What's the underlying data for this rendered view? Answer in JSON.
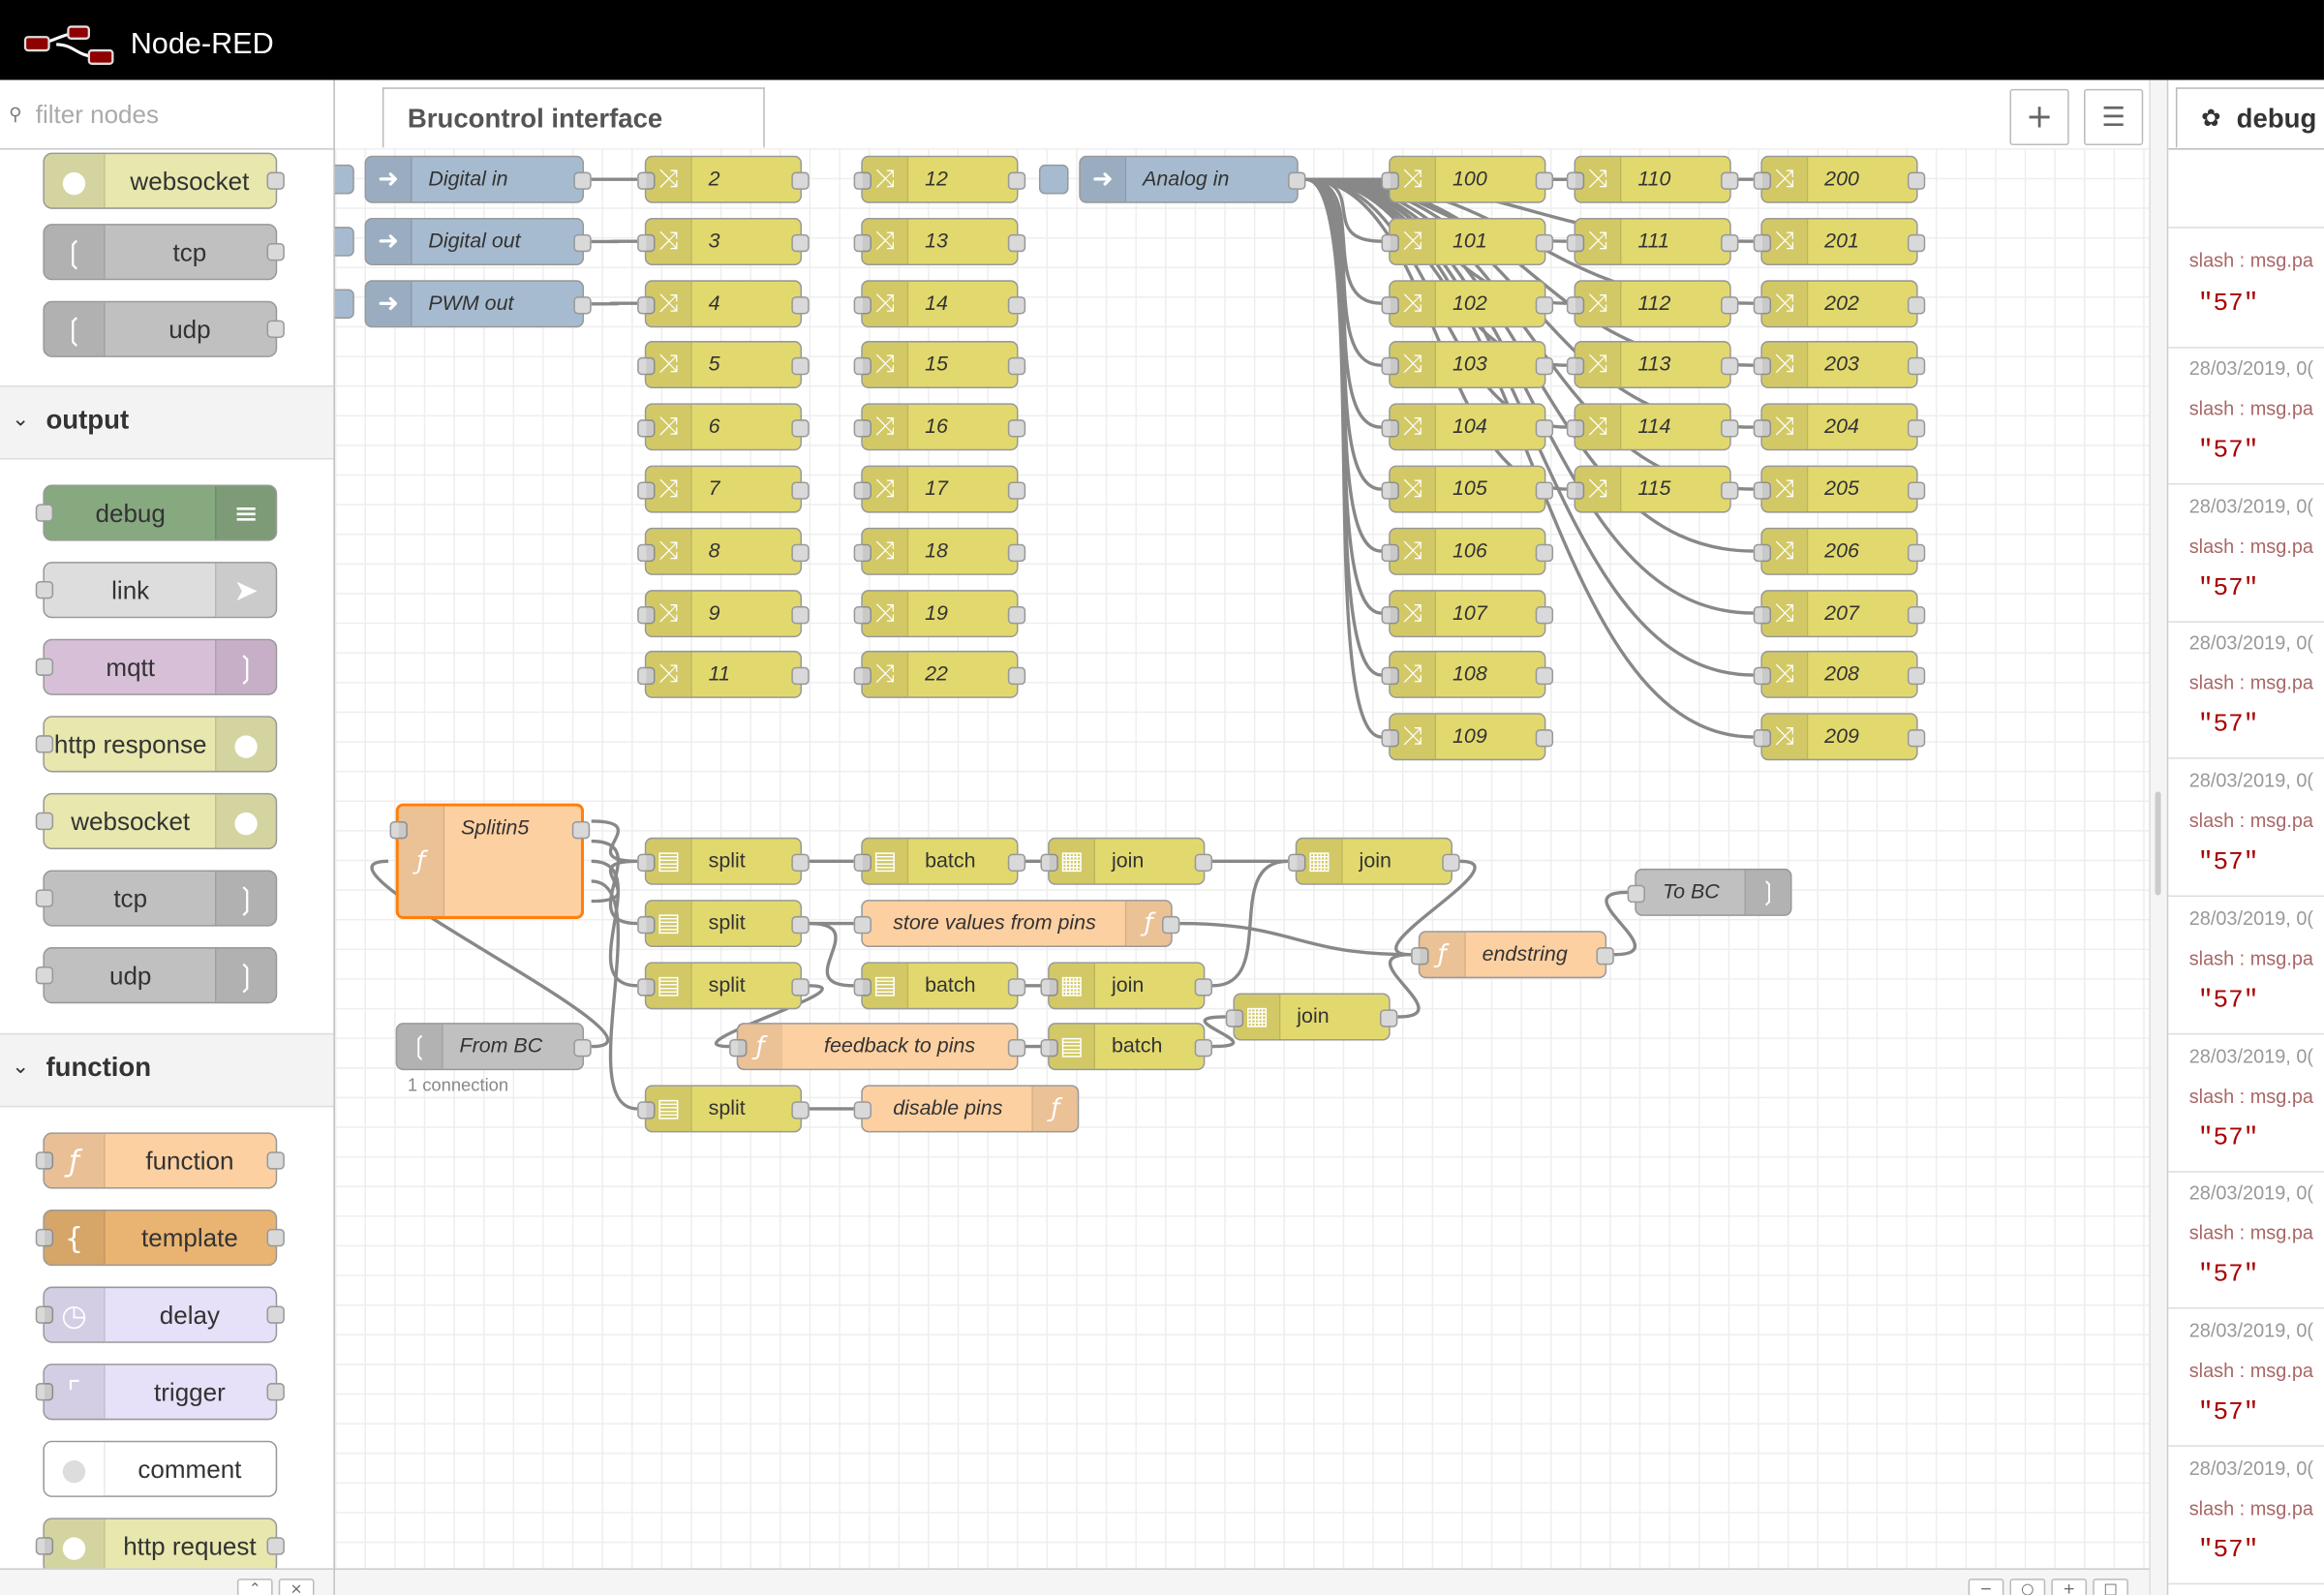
{
  "app": {
    "title": "Node-RED"
  },
  "palette": {
    "filter_placeholder": "filter nodes",
    "network_tail": [
      "websocket",
      "tcp",
      "udp"
    ],
    "output_category": "output",
    "output_nodes": [
      "debug",
      "link",
      "mqtt",
      "http response",
      "websocket",
      "tcp",
      "udp"
    ],
    "function_category": "function",
    "function_nodes": [
      "function",
      "template",
      "delay",
      "trigger",
      "comment",
      "http request"
    ]
  },
  "workspace": {
    "tab_label": "Brucontrol interface",
    "inputs": [
      "Digital in",
      "Digital out",
      "PWM out",
      "Analog in"
    ],
    "col_a": [
      "2",
      "3",
      "4",
      "5",
      "6",
      "7",
      "8",
      "9",
      "11"
    ],
    "col_b": [
      "12",
      "13",
      "14",
      "15",
      "16",
      "17",
      "18",
      "19",
      "22"
    ],
    "col_c": [
      "100",
      "101",
      "102",
      "103",
      "104",
      "105",
      "106",
      "107",
      "108",
      "109"
    ],
    "col_d": [
      "110",
      "111",
      "112",
      "113",
      "114",
      "115"
    ],
    "col_e": [
      "200",
      "201",
      "202",
      "203",
      "204",
      "205",
      "206",
      "207",
      "208",
      "209"
    ],
    "splitin": "Splitin5",
    "split": "split",
    "batch": "batch",
    "join": "join",
    "store": "store values from pins",
    "feedback": "feedback to pins",
    "disable": "disable pins",
    "endstring": "endstring",
    "to_bc": "To BC",
    "from_bc": "From BC",
    "from_bc_status": "1 connection"
  },
  "debug": {
    "tab_label": "debug",
    "first_topic": "slash : msg.pa",
    "first_value": "\"57\"",
    "messages": [
      {
        "time": "28/03/2019, 0(",
        "topic": "slash : msg.pa",
        "value": "\"57\""
      },
      {
        "time": "28/03/2019, 0(",
        "topic": "slash : msg.pa",
        "value": "\"57\""
      },
      {
        "time": "28/03/2019, 0(",
        "topic": "slash : msg.pa",
        "value": "\"57\""
      },
      {
        "time": "28/03/2019, 0(",
        "topic": "slash : msg.pa",
        "value": "\"57\""
      },
      {
        "time": "28/03/2019, 0(",
        "topic": "slash : msg.pa",
        "value": "\"57\""
      },
      {
        "time": "28/03/2019, 0(",
        "topic": "slash : msg.pa",
        "value": "\"57\""
      },
      {
        "time": "28/03/2019, 0(",
        "topic": "slash : msg.pa",
        "value": "\"57\""
      },
      {
        "time": "28/03/2019, 0(",
        "topic": "slash : msg.pa",
        "value": "\"57\""
      },
      {
        "time": "28/03/2019, 0(",
        "topic": "slash : msg.pa",
        "value": "\"57\""
      }
    ]
  },
  "colors": {
    "change": "#e2d96e",
    "inject": "#a6bbcf",
    "function": "#fdd0a2",
    "template": "#e9b471",
    "debug": "#87a980",
    "mqtt": "#d8bfd8",
    "web": "#e7e7ae",
    "net": "#c0c0c0",
    "delay": "#e6e0f8",
    "link": "#dddddd"
  }
}
